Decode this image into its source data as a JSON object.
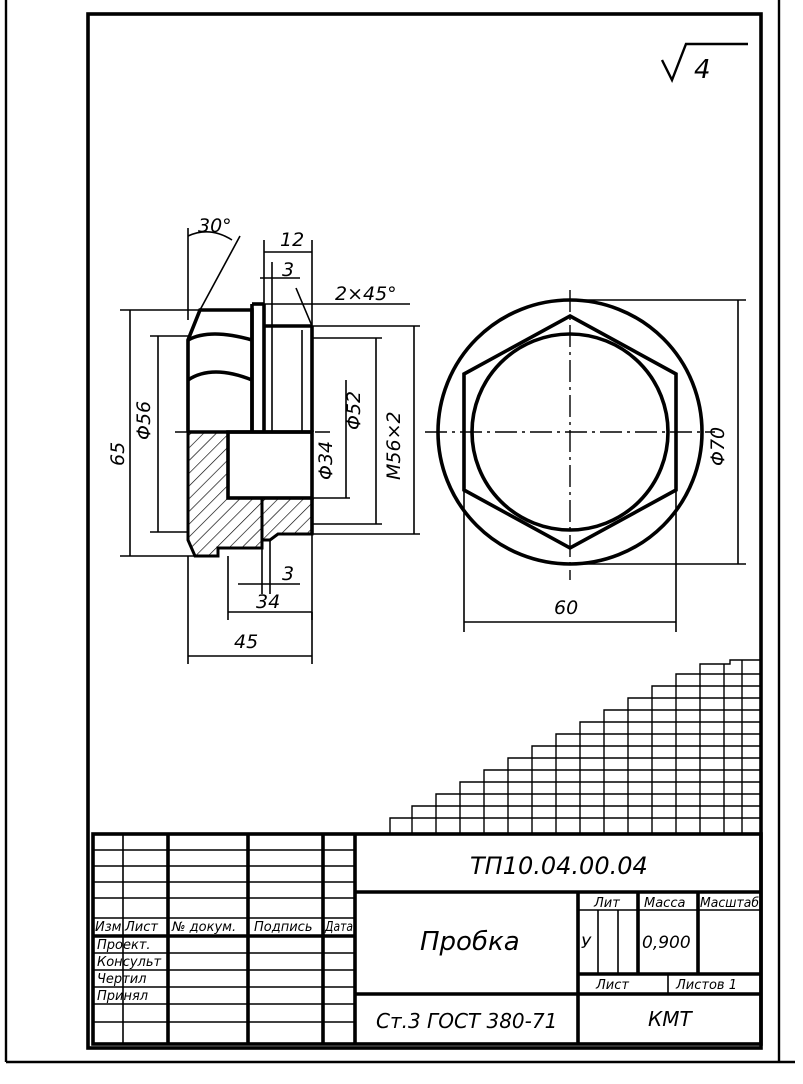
{
  "roughness": {
    "value": "4"
  },
  "dimensions": {
    "angle_chamfer": "30°",
    "width_12": "12",
    "step_3_top": "3",
    "chamfer": "2×45°",
    "dia_56": "Φ56",
    "height_65": "65",
    "dia_52": "Φ52",
    "dia_34": "Φ34",
    "thread": "M56×2",
    "dia_70": "Φ70",
    "step_3_bottom": "3",
    "len_34": "34",
    "len_45": "45",
    "across_flats_60": "60"
  },
  "title_block": {
    "designation": "ТП10.04.00.04",
    "part_name": "Пробка",
    "material": "Ст.3 ГОСТ 380-71",
    "organization": "КМТ",
    "headers": {
      "izm": "Изм",
      "list": "Лист",
      "doc_no": "№ докум.",
      "signature": "Подпись",
      "date": "Дата"
    },
    "roles": [
      "Проект.",
      "Консульт",
      "Чертил",
      "Принял"
    ],
    "lit_label": "Лит",
    "mass_label": "Масса",
    "scale_label": "Масштаб",
    "lit_value": "У",
    "mass_value": "0,900",
    "sheet_label": "Лист",
    "sheets_label": "Листов 1"
  }
}
